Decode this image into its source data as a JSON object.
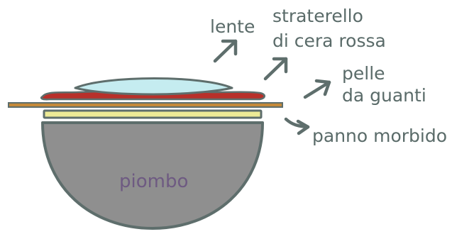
{
  "labels": {
    "lente": "lente",
    "strato_line1": "straterello",
    "strato_line2": "di cera rossa",
    "pelle_line1": "pelle",
    "pelle_line2": "da guanti",
    "panno": "panno morbido",
    "piombo": "piombo"
  },
  "colors": {
    "outline": "#5e6e6c",
    "lead_fill": "#8f8f8f",
    "lens_fill": "#c5ecf0",
    "wax_fill": "#b8302a",
    "leather_fill": "#c58a3a",
    "cloth_fill": "#ecea96",
    "arrow": "#5e6e6c",
    "label_text": "#5a6b69",
    "piombo_text": "#6e5a82"
  }
}
